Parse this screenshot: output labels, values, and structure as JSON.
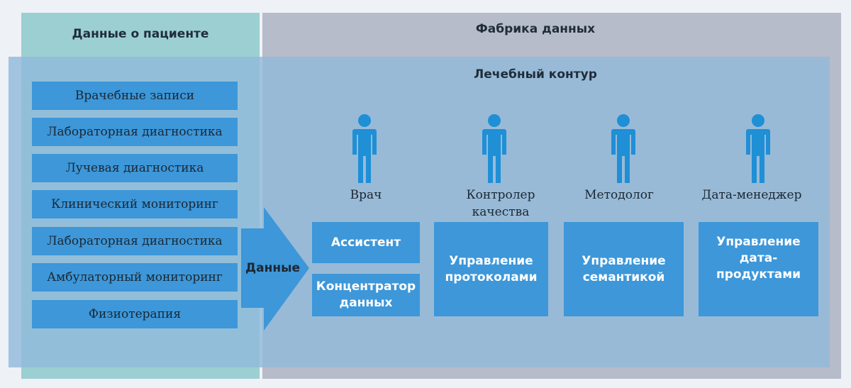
{
  "patient_title": "Данные о пациенте",
  "factory_title": "Фабрика данных",
  "contour_title": "Лечебный контур",
  "sources": [
    "Врачебные записи",
    "Лабораторная диагностика",
    "Лучевая диагностика",
    "Клинический мониторинг",
    "Лабораторная диагностика",
    "Амбулаторный мониторинг",
    "Физиотерапия"
  ],
  "arrow_label": "Данные",
  "roles": [
    {
      "label": "Врач"
    },
    {
      "label": "Контролер качества"
    },
    {
      "label": "Методолог"
    },
    {
      "label": "Дата-менеджер"
    }
  ],
  "boxes": {
    "assistant": "Ассистент",
    "hub": "Концентратор данных",
    "protocols": "Управление протоколами",
    "semantics": "Управление семантикой",
    "products": "Управление дата-продуктами"
  },
  "colors": {
    "accent_blue": "#3d97d9",
    "person_blue": "#1f8fd6"
  },
  "icons": [
    "person-icon"
  ]
}
